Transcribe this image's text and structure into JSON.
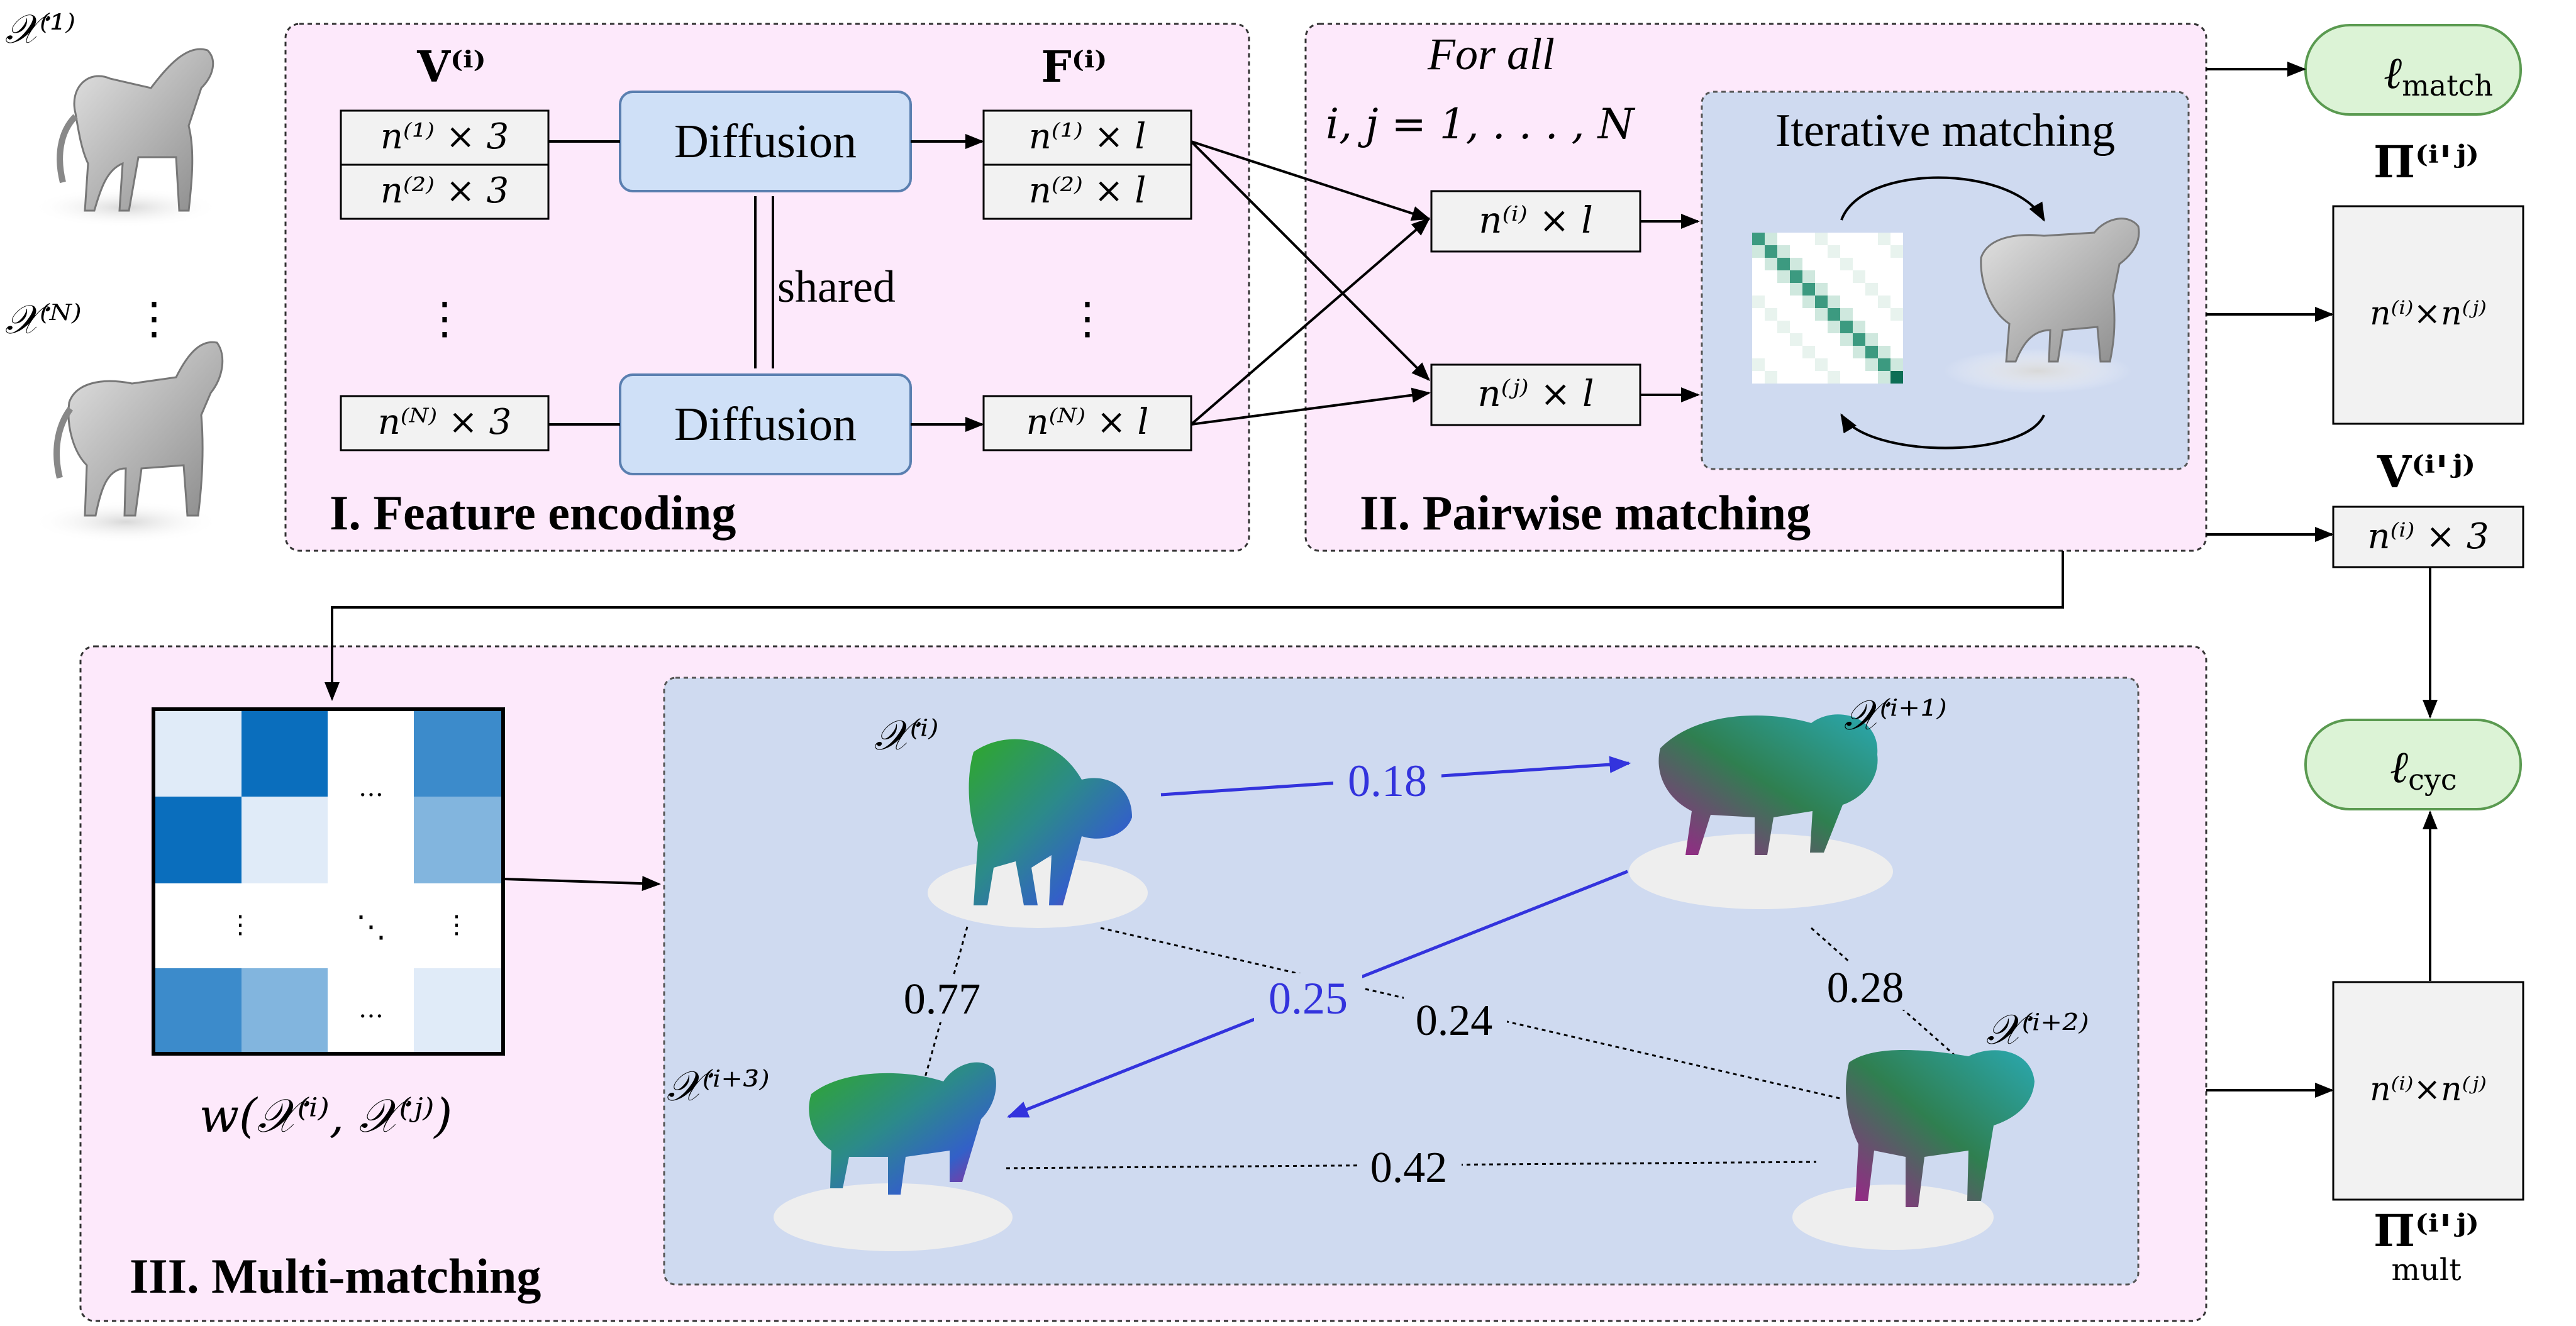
{
  "sections": {
    "feature_encoding": "I. Feature encoding",
    "pairwise_matching": "II. Pairwise matching",
    "multi_matching": "III. Multi-matching"
  },
  "shapes": {
    "x1": "𝒳⁽¹⁾",
    "xN": "𝒳⁽ᴺ⁾",
    "xi": "𝒳⁽ⁱ⁾",
    "xi1": "𝒳⁽ⁱ⁺¹⁾",
    "xi2": "𝒳⁽ⁱ⁺²⁾",
    "xi3": "𝒳⁽ⁱ⁺³⁾"
  },
  "encoding": {
    "v_label": "V⁽ⁱ⁾",
    "f_label": "F⁽ⁱ⁾",
    "v_rows": [
      "n⁽¹⁾ × 3",
      "n⁽²⁾ × 3",
      "n⁽ᴺ⁾ × 3"
    ],
    "f_rows": [
      "n⁽¹⁾ × l",
      "n⁽²⁾ × l",
      "n⁽ᴺ⁾ × l"
    ],
    "diffusion_label": "Diffusion",
    "shared_label": "shared",
    "vdots": "⋮"
  },
  "pairwise": {
    "for_all_1": "For all",
    "for_all_2": "i, j = 1, . . . , N",
    "fi": "n⁽ⁱ⁾ × l",
    "fj": "n⁽ʲ⁾ × l",
    "iterative": "Iterative matching"
  },
  "outputs": {
    "l_match": "ℓ",
    "l_match_sub": "match",
    "pi_label": "Π⁽ⁱ'ʲ⁾",
    "pi_box": "n⁽ⁱ⁾×n⁽ʲ⁾",
    "v_label": "V⁽ⁱ'ʲ⁾",
    "v_box": "n⁽ⁱ⁾ × 3",
    "l_cyc": "ℓ",
    "l_cyc_sub": "cyc",
    "pi_mult_box": "n⁽ⁱ⁾×n⁽ʲ⁾",
    "pi_mult_label": "Π⁽ⁱ'ʲ⁾",
    "pi_mult_sub": "mult"
  },
  "multi": {
    "w_label": "w(𝒳⁽ⁱ⁾, 𝒳⁽ʲ⁾)",
    "hdots": "…",
    "vdots": "⋮",
    "ddots": "⋱",
    "weights": {
      "w_i_i1": "0.18",
      "w_i1_i3": "0.25",
      "w_i_i3": "0.77",
      "w_i_i2": "0.24",
      "w_i1_i2": "0.28",
      "w_i3_i2": "0.42"
    }
  },
  "colors": {
    "section_bg": "#fde9fb",
    "panel_bg": "#cfdaf0",
    "diffusion_fill": "#cfe0f7",
    "loss_fill": "#dcf3d6",
    "box_fill": "#f2f2f2",
    "blue_edge": "#3333dd"
  }
}
